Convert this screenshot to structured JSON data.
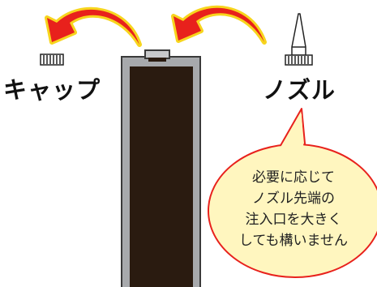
{
  "labels": {
    "cap": "キャップ",
    "nozzle": "ノズル"
  },
  "bubble": {
    "lines": [
      "必要に応じて",
      "ノズル先端の",
      "注入口を大きく",
      "しても構いません"
    ]
  },
  "colors": {
    "arrow_red": "#e8211c",
    "arrow_yellow": "#f7d51d",
    "bottle_body": "#a7a9ac",
    "bottle_contents": "#2a1b10",
    "bubble_fill": "#fff6bf",
    "bubble_stroke": "#e8211c"
  },
  "icons": [
    "curved-arrow-icon",
    "cap-icon",
    "nozzle-icon",
    "bottle-icon"
  ]
}
